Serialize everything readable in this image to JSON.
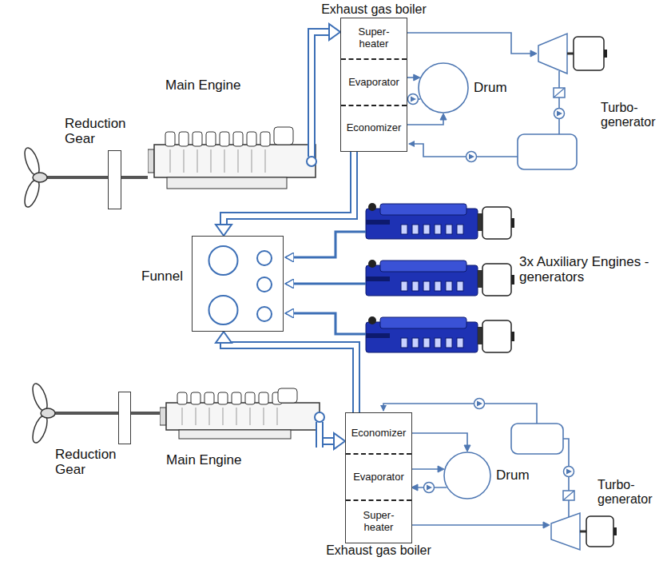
{
  "diagram": {
    "nodes": [
      {
        "text": [
          "Exhaust gas boiler"
        ]
      },
      {
        "text": [
          "Super- heater"
        ],
        "in": 0
      },
      {
        "text": [
          "Evaporator"
        ],
        "in": 0
      },
      {
        "text": [
          "Economizer"
        ],
        "in": 0
      },
      {
        "text": [
          "Drum"
        ]
      },
      {
        "text": [
          "Turbo- generator"
        ]
      },
      {
        "text": [
          "Main Engine"
        ]
      },
      {
        "text": [
          "Reduction Gear"
        ]
      },
      {
        "text": [
          "Funnel"
        ]
      },
      {
        "text": [
          "Main Engine"
        ]
      },
      {
        "text": [
          "Reduction Gear"
        ]
      },
      {
        "text": [
          "Exhaust gas boiler"
        ]
      },
      {
        "text": [
          "Economizer"
        ],
        "in": 11
      },
      {
        "text": [
          "Evaporator"
        ],
        "in": 11
      },
      {
        "text": [
          "Super- heater"
        ],
        "in": 11
      },
      {
        "text": [
          "Drum"
        ]
      },
      {
        "text": [
          "Turbo- generator"
        ]
      }
    ],
    "edges": [
      {
        "from": 6,
        "to": 0,
        "arrow": "to"
      },
      {
        "from": 0,
        "to": 8,
        "arrow": "to"
      },
      {
        "from": 9,
        "to": 11,
        "arrow": "to"
      },
      {
        "from": 11,
        "to": 8,
        "arrow": "to"
      },
      {
        "from": 1,
        "to": 5,
        "arrow": "to"
      },
      {
        "from": 2,
        "to": 4,
        "arrow": "to"
      },
      {
        "from": 4,
        "to": 2,
        "arrow": "to"
      },
      {
        "from": 3,
        "to": 4,
        "arrow": "to"
      },
      {
        "from": 14,
        "to": 16,
        "arrow": "to"
      },
      {
        "from": 13,
        "to": 15,
        "arrow": "to"
      },
      {
        "from": 15,
        "to": 13,
        "arrow": "to"
      },
      {
        "from": 12,
        "to": 15,
        "arrow": "to"
      },
      {
        "from": 7,
        "to": 6,
        "arrow": "none"
      },
      {
        "from": 10,
        "to": 9,
        "arrow": "none"
      }
    ],
    "labels": [
      "3x Auxiliary Engines - generators"
    ]
  }
}
